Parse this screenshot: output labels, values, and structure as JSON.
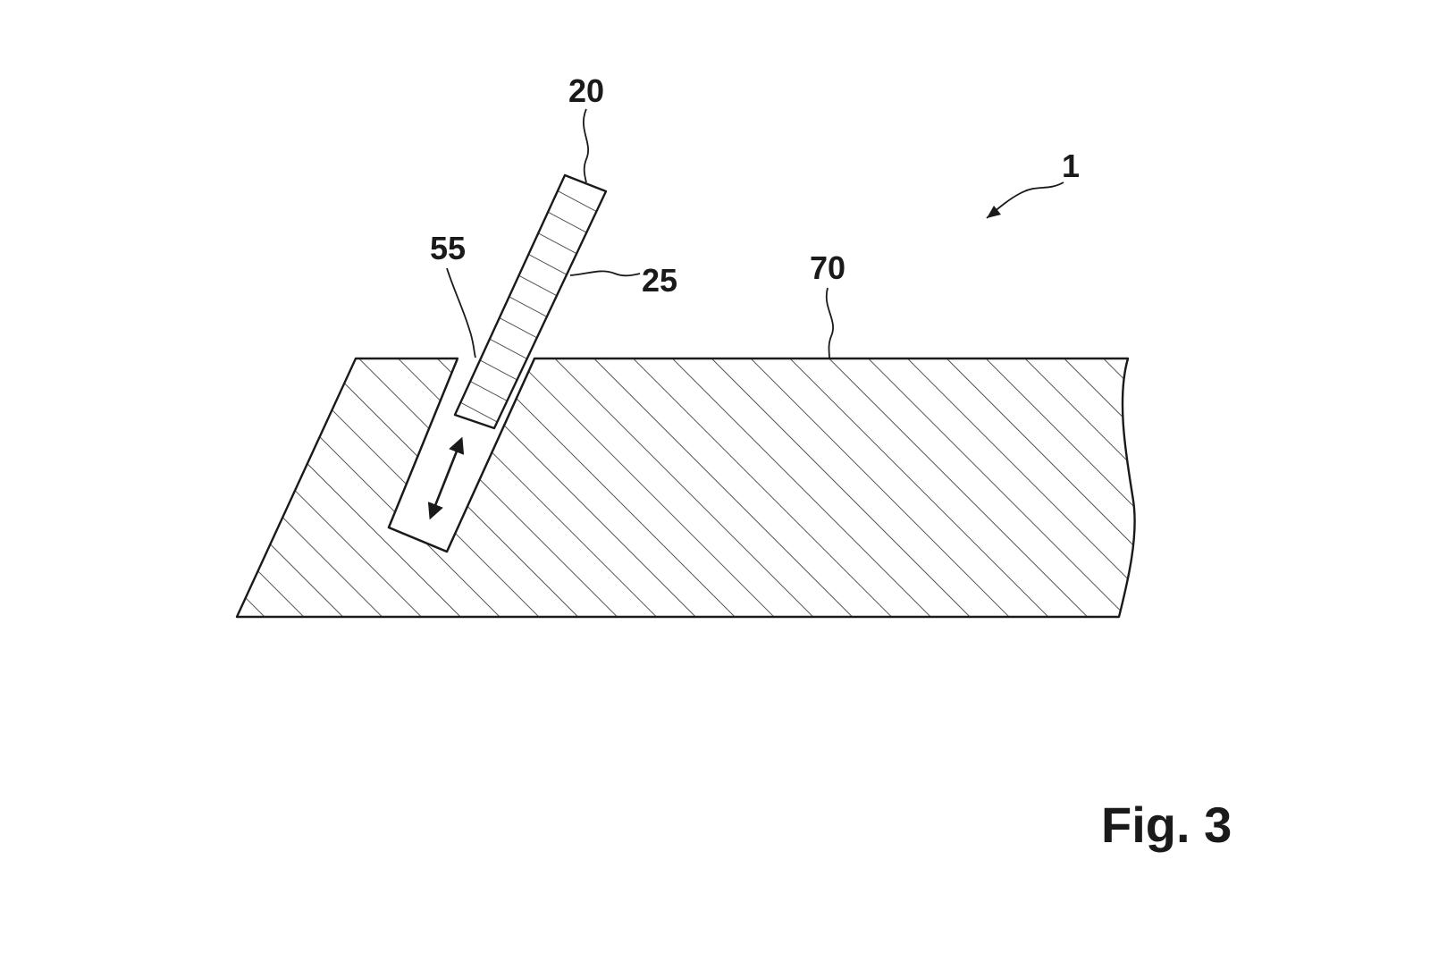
{
  "figure": {
    "caption": "Fig. 3",
    "reference_numerals": {
      "assembly": "1",
      "element": "20",
      "element_side": "25",
      "slot": "55",
      "substrate": "70"
    },
    "movement_arrow": "double-headed"
  }
}
